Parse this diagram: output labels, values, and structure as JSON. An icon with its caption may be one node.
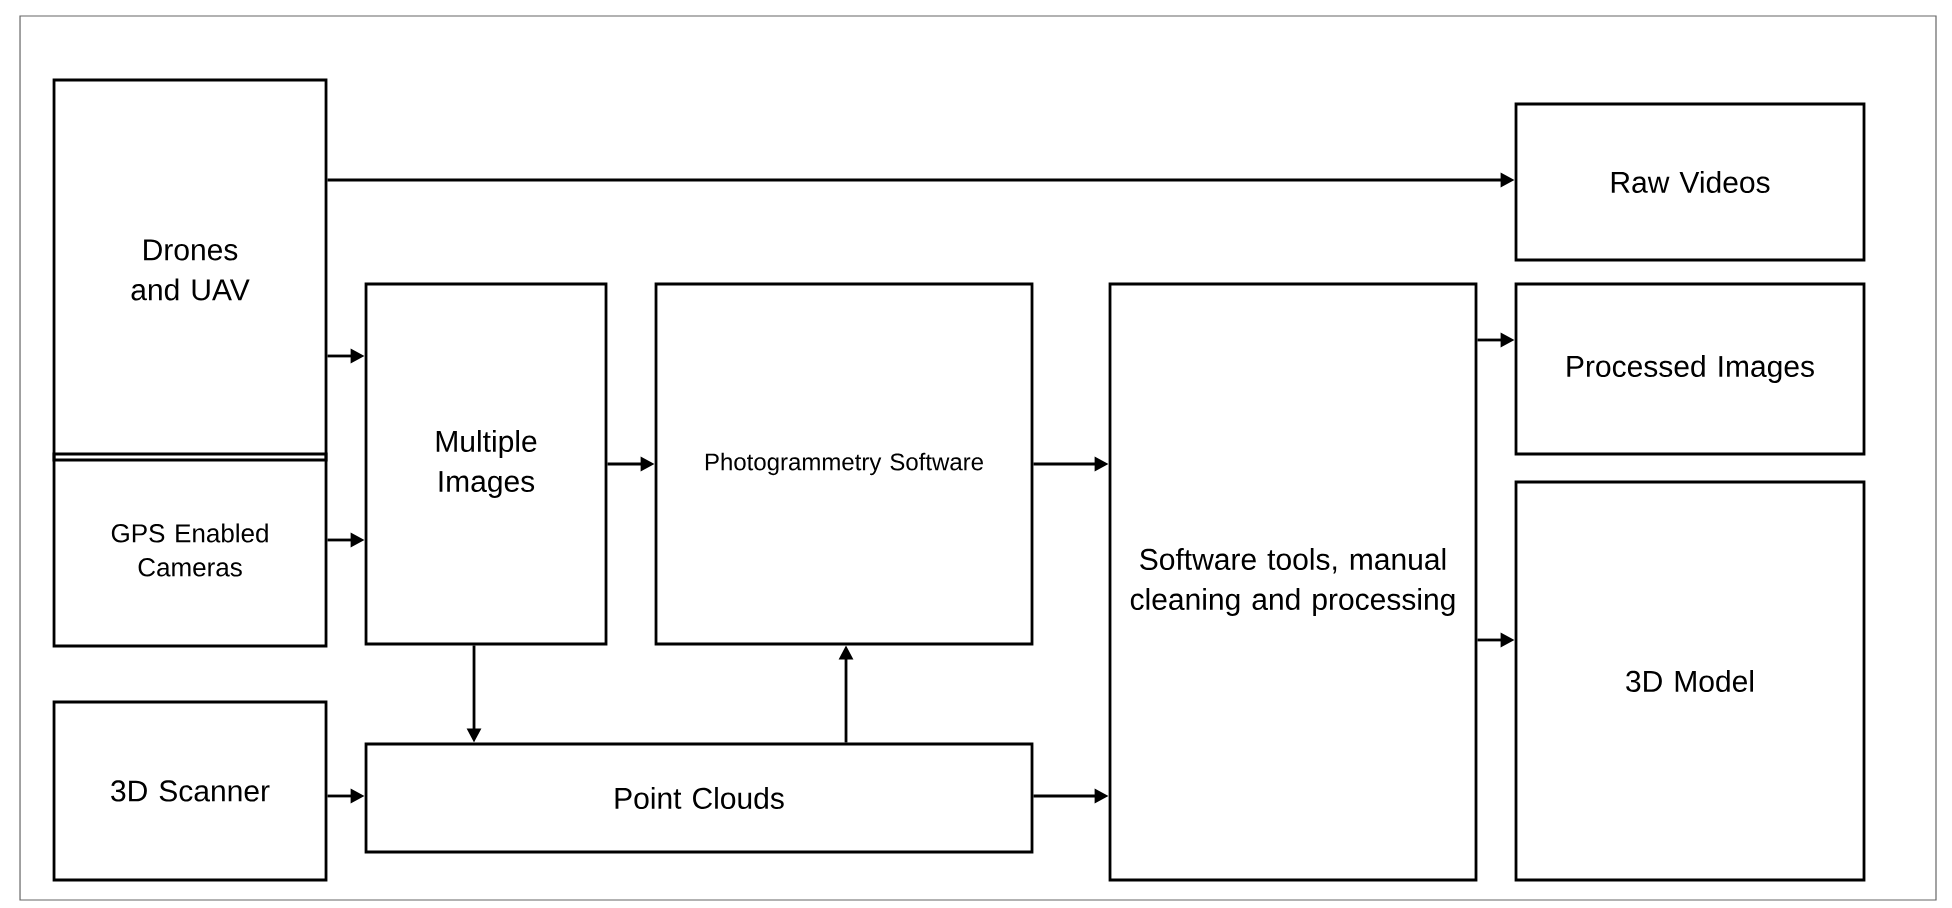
{
  "diagram": {
    "nodes": [
      {
        "text": [
          "Drones and UAV"
        ]
      },
      {
        "text": [
          "GPS Enabled Cameras"
        ]
      },
      {
        "text": [
          "3D Scanner"
        ]
      },
      {
        "text": [
          "Multiple Images"
        ]
      },
      {
        "text": [
          "Photogrammetry Software"
        ]
      },
      {
        "text": [
          "Point Clouds"
        ]
      },
      {
        "text": [
          "Software tools, manual cleaning and processing"
        ]
      },
      {
        "text": [
          "Raw Videos"
        ]
      },
      {
        "text": [
          "Processed Images"
        ]
      },
      {
        "text": [
          "3D Model"
        ]
      }
    ],
    "edges": [
      {
        "from": 0,
        "to": 7,
        "arrow": "to"
      },
      {
        "from": 0,
        "to": 3,
        "arrow": "to"
      },
      {
        "from": 1,
        "to": 3,
        "arrow": "to"
      },
      {
        "from": 2,
        "to": 5,
        "arrow": "to"
      },
      {
        "from": 3,
        "to": 4,
        "arrow": "to"
      },
      {
        "from": 3,
        "to": 5,
        "arrow": "to"
      },
      {
        "from": 5,
        "to": 4,
        "arrow": "to"
      },
      {
        "from": 4,
        "to": 6,
        "arrow": "to"
      },
      {
        "from": 5,
        "to": 6,
        "arrow": "to"
      },
      {
        "from": 6,
        "to": 8,
        "arrow": "to"
      },
      {
        "from": 6,
        "to": 9,
        "arrow": "to"
      }
    ]
  }
}
